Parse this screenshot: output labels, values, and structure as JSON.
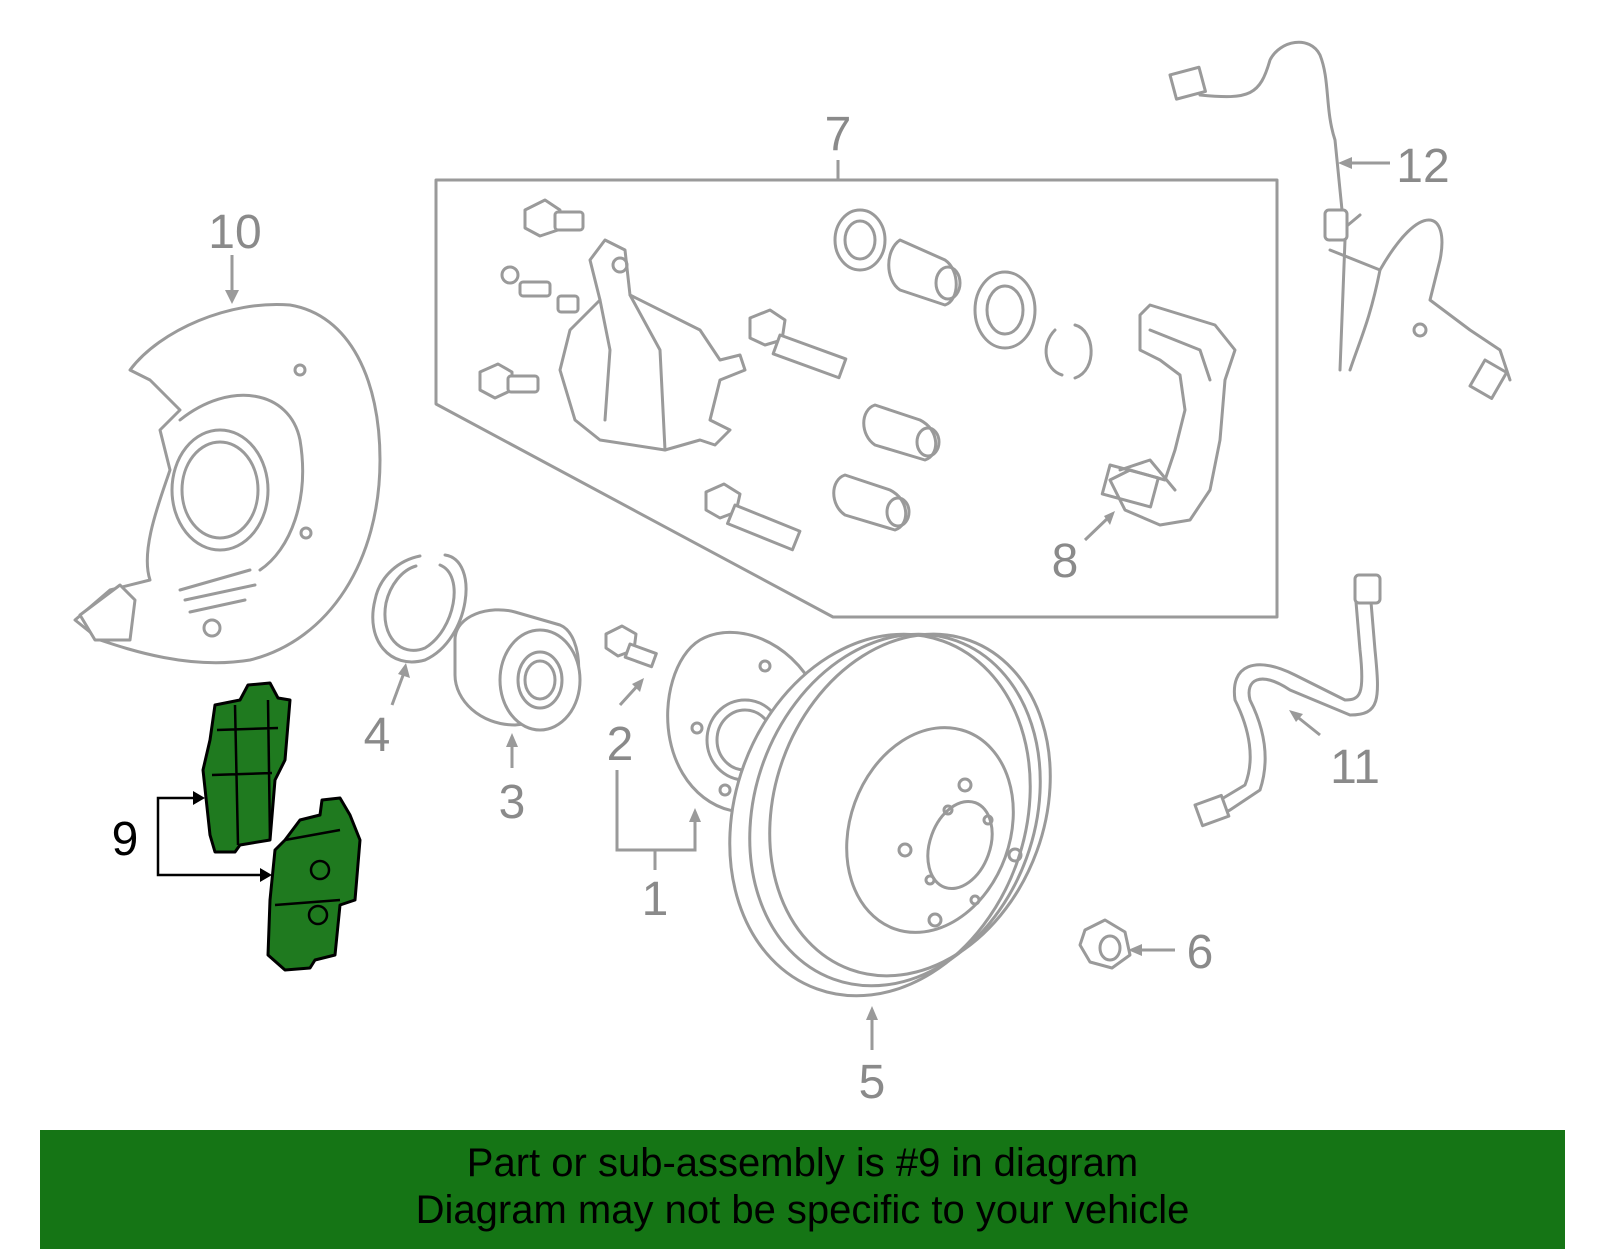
{
  "diagram": {
    "callouts": {
      "c1": "1",
      "c2": "2",
      "c3": "3",
      "c4": "4",
      "c5": "5",
      "c6": "6",
      "c7": "7",
      "c8": "8",
      "c9": "9",
      "c10": "10",
      "c11": "11",
      "c12": "12"
    },
    "highlighted_part": "9",
    "highlight_color": "#1f7a1f"
  },
  "banner": {
    "line1": "Part or sub-assembly is #9 in diagram",
    "line2": "Diagram may not be specific to your vehicle",
    "background": "#157515"
  }
}
